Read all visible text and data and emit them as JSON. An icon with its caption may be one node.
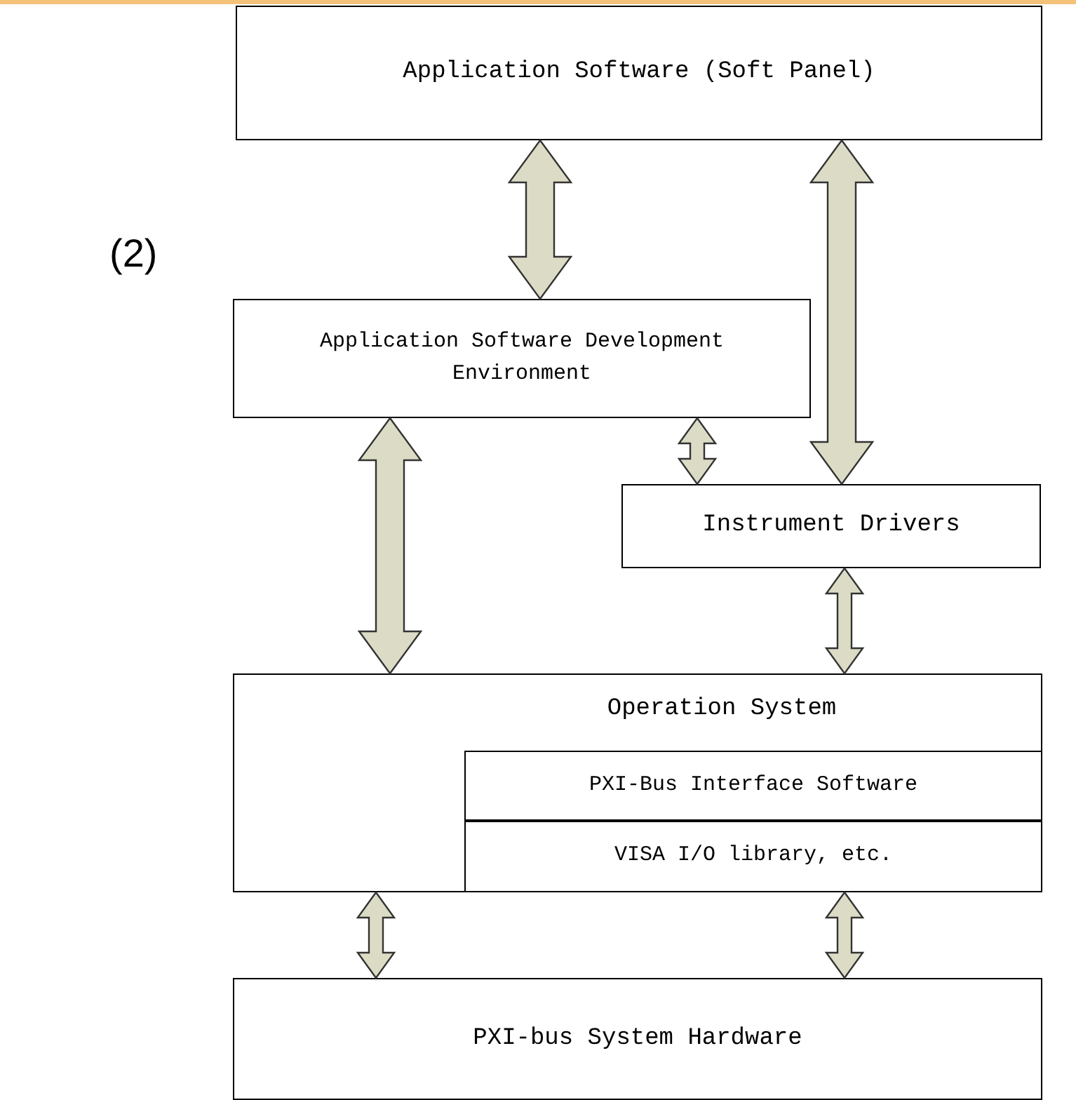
{
  "diagram": {
    "nodes": [
      {
        "text": [
          "Application Software (Soft Panel)"
        ]
      },
      {
        "text": [
          "Application Software Development Environment"
        ]
      },
      {
        "text": [
          "Instrument Drivers"
        ]
      },
      {
        "text": [
          "Operation System"
        ]
      },
      {
        "text": [
          "PXI-Bus Interface Software"
        ],
        "in": 3
      },
      {
        "text": [
          "VISA I/O library, etc."
        ],
        "in": 3
      },
      {
        "text": [
          "PXI-bus System Hardware"
        ]
      }
    ],
    "edges": [
      {
        "from": 0,
        "to": 1,
        "arrow": "both",
        "style": "thick"
      },
      {
        "from": 0,
        "to": 2,
        "arrow": "both",
        "style": "thick"
      },
      {
        "from": 1,
        "to": 3,
        "arrow": "both",
        "style": "thick"
      },
      {
        "from": 1,
        "to": 2,
        "arrow": "both"
      },
      {
        "from": 2,
        "to": 3,
        "arrow": "both"
      },
      {
        "from": 3,
        "to": 6,
        "arrow": "both"
      },
      {
        "from": 5,
        "to": 6,
        "arrow": "both"
      }
    ],
    "labels": [
      "(2)"
    ]
  }
}
